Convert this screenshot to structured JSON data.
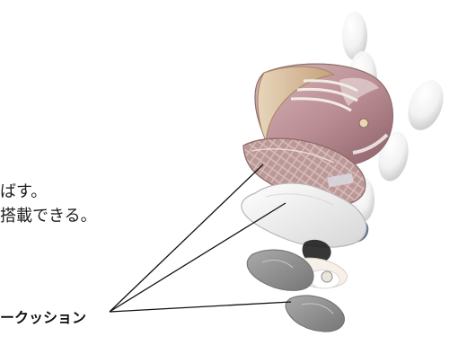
{
  "text": {
    "line_1": "ばす。",
    "line_2": "搭載できる。",
    "callout": "ークッション"
  },
  "illustration": {
    "name": "exploded-shoe-with-cushioning-layers",
    "colors": {
      "upper": "#b98f94",
      "upper_dark": "#8e5f67",
      "insole": "#b89493",
      "insole_pattern": "#d3b7b3",
      "white_sole": "#f4f4f2",
      "gray_pad": "#8b8b8b",
      "blue_pad": "#5d7192",
      "tan_panel": "#ccb08b",
      "line": "#111111"
    }
  }
}
